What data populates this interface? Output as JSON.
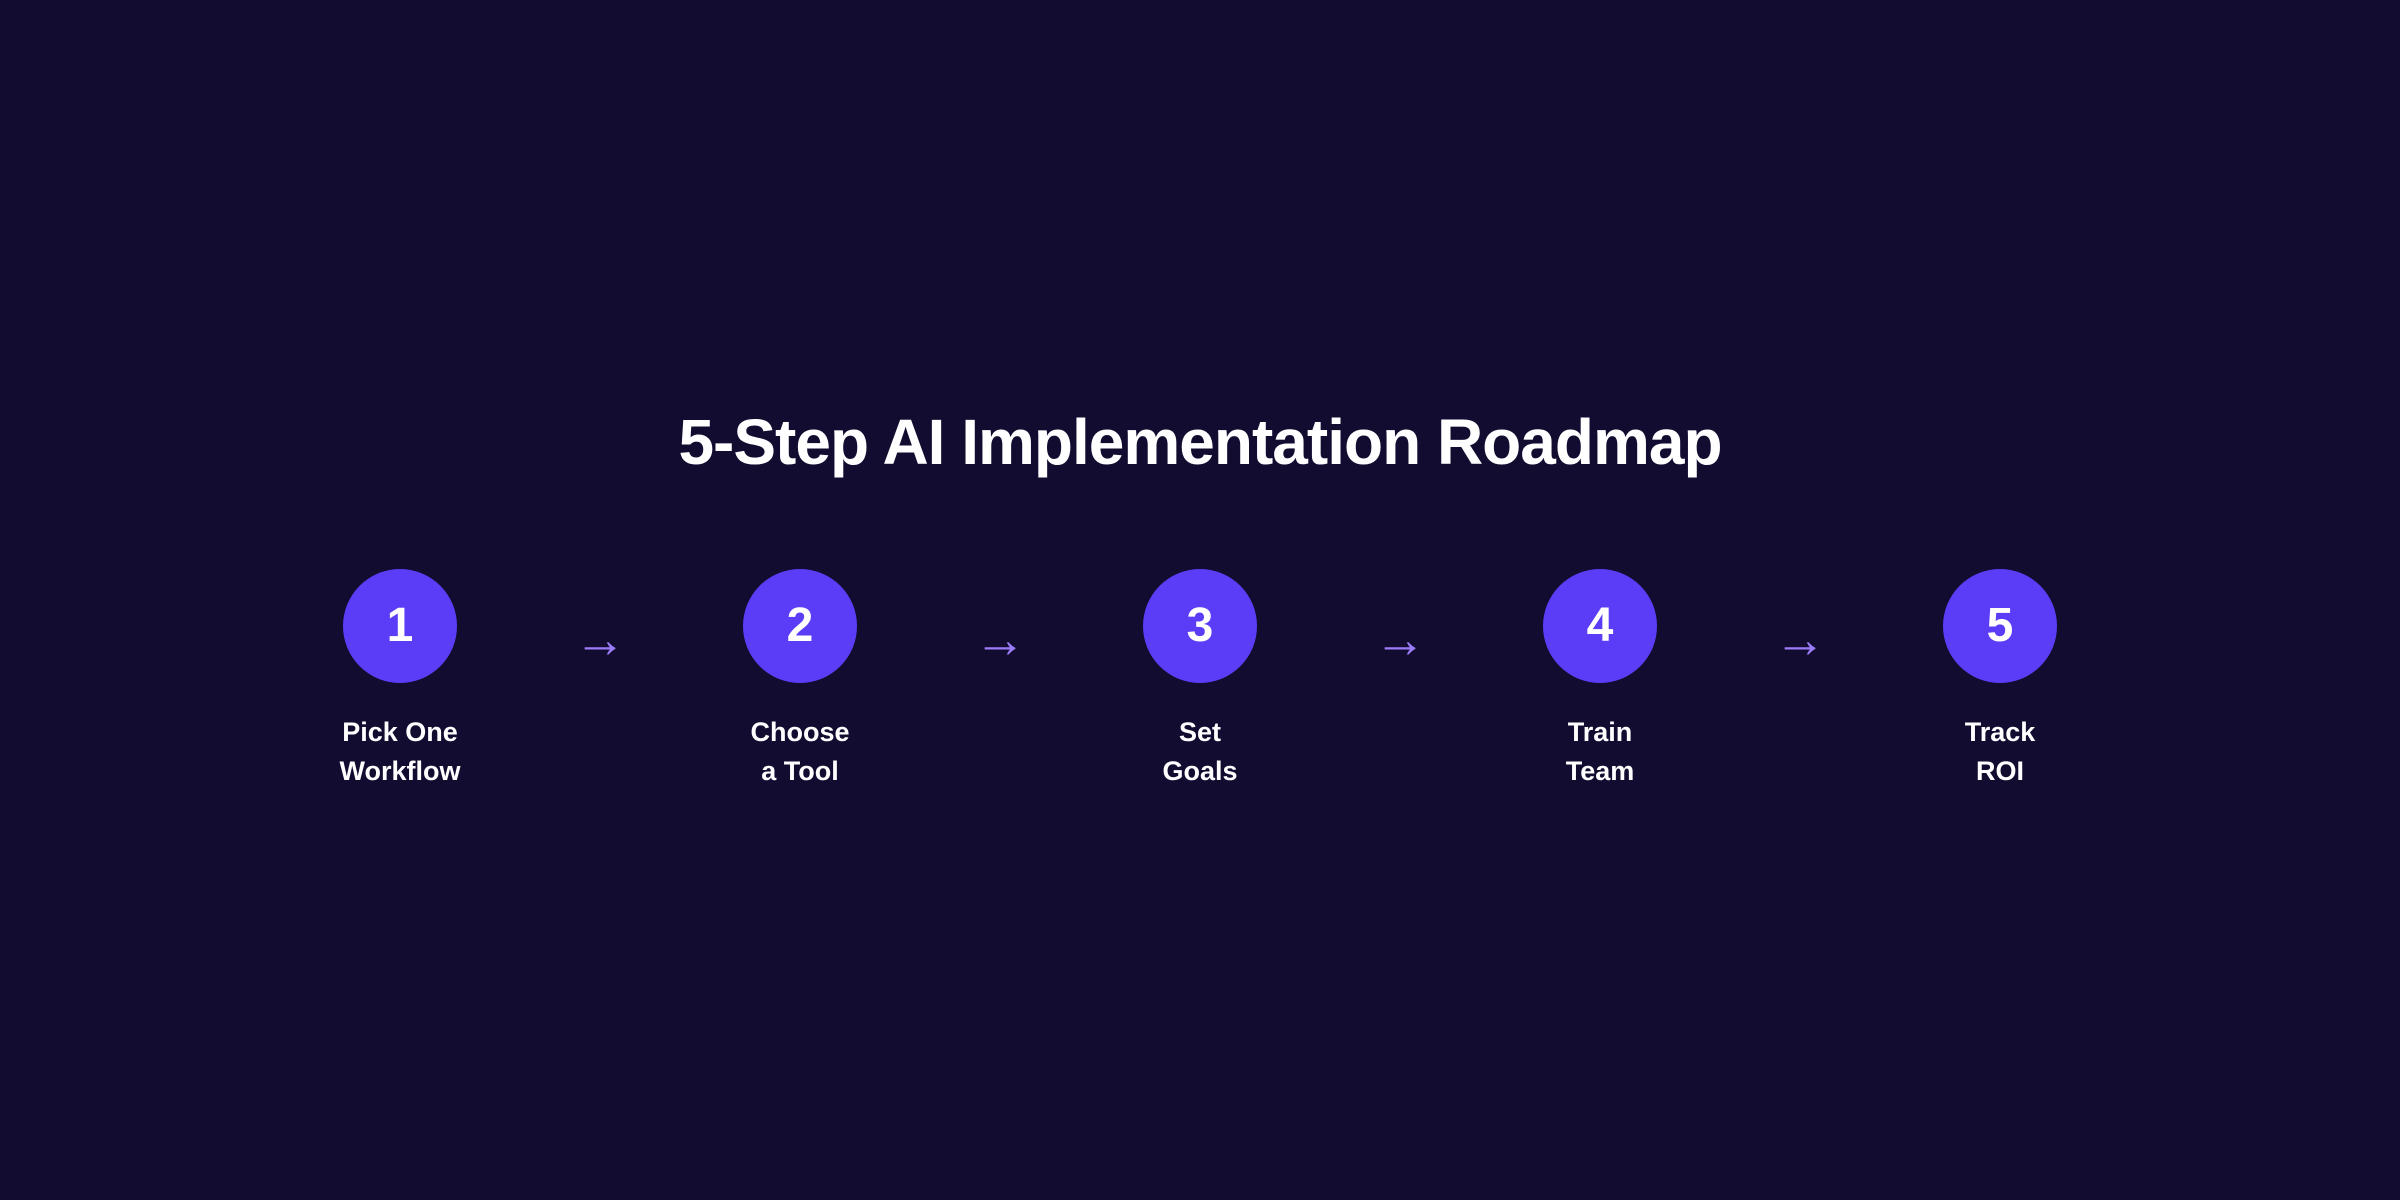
{
  "diagram": {
    "title": "5-Step AI Implementation Roadmap",
    "arrow_glyph": "→",
    "colors": {
      "background": "#130c31",
      "circle": "#5b3df7",
      "arrow": "#9b7cf8",
      "text": "#ffffff"
    },
    "steps": [
      {
        "number": "1",
        "label_line1": "Pick One",
        "label_line2": "Workflow"
      },
      {
        "number": "2",
        "label_line1": "Choose",
        "label_line2": "a Tool"
      },
      {
        "number": "3",
        "label_line1": "Set",
        "label_line2": "Goals"
      },
      {
        "number": "4",
        "label_line1": "Train",
        "label_line2": "Team"
      },
      {
        "number": "5",
        "label_line1": "Track",
        "label_line2": "ROI"
      }
    ]
  }
}
